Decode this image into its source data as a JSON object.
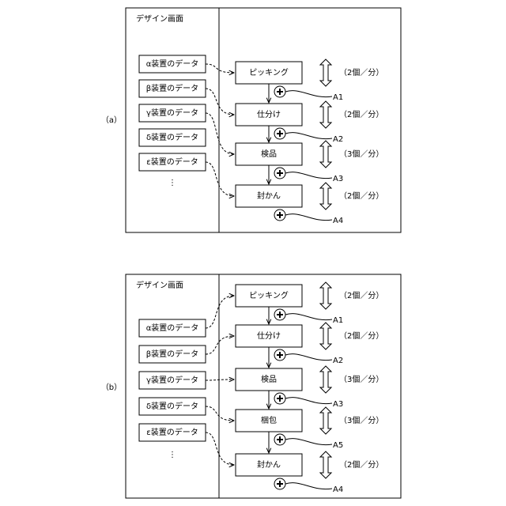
{
  "panels": [
    {
      "id": "a",
      "panel_label": "（a）",
      "screen_title": "デザイン画面",
      "devices": [
        "α装置のデータ",
        "β装置のデータ",
        "γ装置のデータ",
        "δ装置のデータ",
        "ε装置のデータ"
      ],
      "ellipsis": "⋮",
      "steps": [
        {
          "name": "ピッキング",
          "rate": "（2個／分）"
        },
        {
          "name": "仕分け",
          "rate": "（2個／分）"
        },
        {
          "name": "検品",
          "rate": "（3個／分）"
        },
        {
          "name": "封かん",
          "rate": "（2個／分）"
        }
      ],
      "add_labels": [
        "A1",
        "A2",
        "A3",
        "A4"
      ]
    },
    {
      "id": "b",
      "panel_label": "（b）",
      "screen_title": "デザイン画面",
      "devices": [
        "α装置のデータ",
        "β装置のデータ",
        "γ装置のデータ",
        "δ装置のデータ",
        "ε装置のデータ"
      ],
      "ellipsis": "⋮",
      "steps": [
        {
          "name": "ピッキング",
          "rate": "（2個／分）"
        },
        {
          "name": "仕分け",
          "rate": "（2個／分）"
        },
        {
          "name": "検品",
          "rate": "（3個／分）"
        },
        {
          "name": "梱包",
          "rate": "（3個／分）"
        },
        {
          "name": "封かん",
          "rate": "（2個／分）"
        }
      ],
      "add_labels": [
        "A1",
        "A2",
        "A3",
        "A5",
        "A4"
      ]
    }
  ]
}
